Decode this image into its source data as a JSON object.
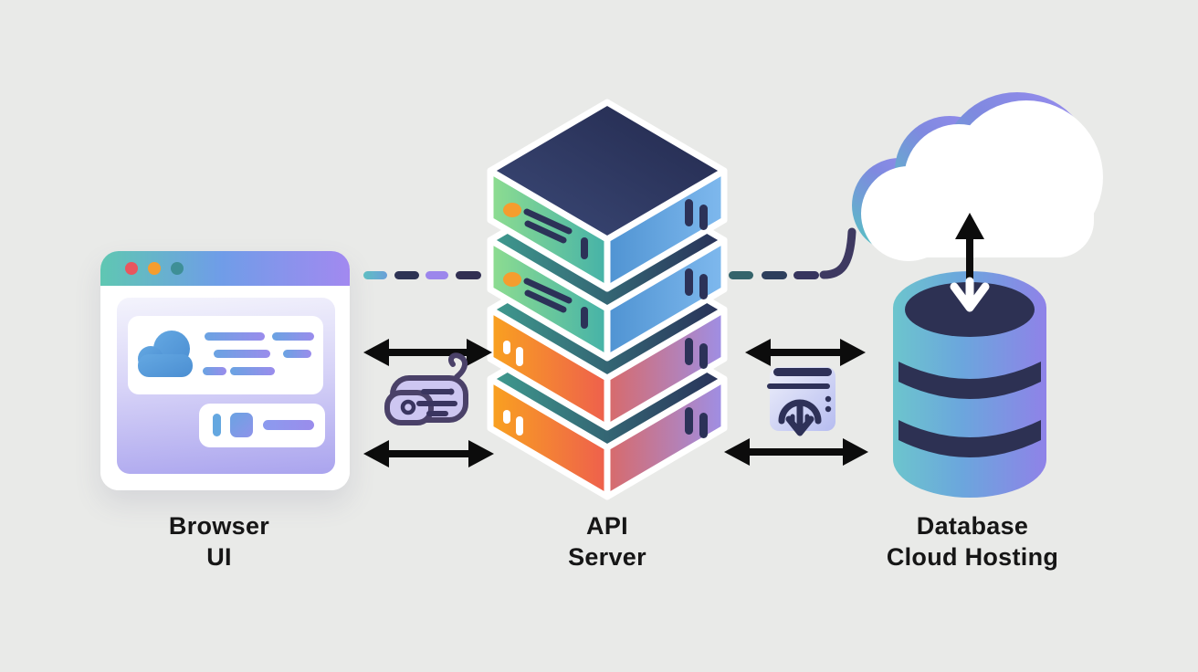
{
  "canvas": {
    "background": "#e9eae8"
  },
  "nodes": [
    {
      "id": "browser-ui",
      "label_line1": "Browser",
      "label_line2": "UI",
      "illustration": "browser-window-mockup"
    },
    {
      "id": "api-server",
      "label_line1": "API",
      "label_line2": "Server",
      "illustration": "isometric-server-stack-4-layers"
    },
    {
      "id": "database-cloud-hosting",
      "label_line1": "Database",
      "label_line2": "Cloud Hosting",
      "illustration": "database-cylinder-with-cloud"
    }
  ],
  "connectors": [
    {
      "from": "browser-ui",
      "to": "api-server",
      "style": "dashed-line",
      "dash_count": 4
    },
    {
      "from": "browser-ui",
      "to": "api-server",
      "style": "double-headed-arrow",
      "position": "upper"
    },
    {
      "from": "browser-ui",
      "to": "api-server",
      "style": "double-headed-arrow",
      "position": "lower"
    },
    {
      "from": "api-server",
      "to": "database-cloud-hosting",
      "style": "double-headed-arrow",
      "position": "upper"
    },
    {
      "from": "api-server",
      "to": "database-cloud-hosting",
      "style": "double-headed-arrow",
      "position": "lower"
    },
    {
      "from": "api-server",
      "to": "cloud",
      "style": "dashed-curve",
      "dash_count": 3
    },
    {
      "from": "cloud",
      "to": "database",
      "style": "vertical-double-arrow"
    }
  ],
  "icons": [
    {
      "name": "message-bubble-icon",
      "location": "between-browser-and-api"
    },
    {
      "name": "database-sync-icon",
      "location": "between-api-and-database"
    }
  ],
  "colors": {
    "bg": "#e9eae8",
    "label": "#161616",
    "arrow": "#0c0c0c",
    "navy": "#2c3258",
    "orange": "#f59d2e",
    "red": "#e8565e",
    "teal": "#5fc7b2",
    "green": "#85da8d",
    "blue": "#5aa0dc",
    "purple": "#9b8cec",
    "lavender": "#cdc6f1",
    "white": "#ffffff"
  }
}
